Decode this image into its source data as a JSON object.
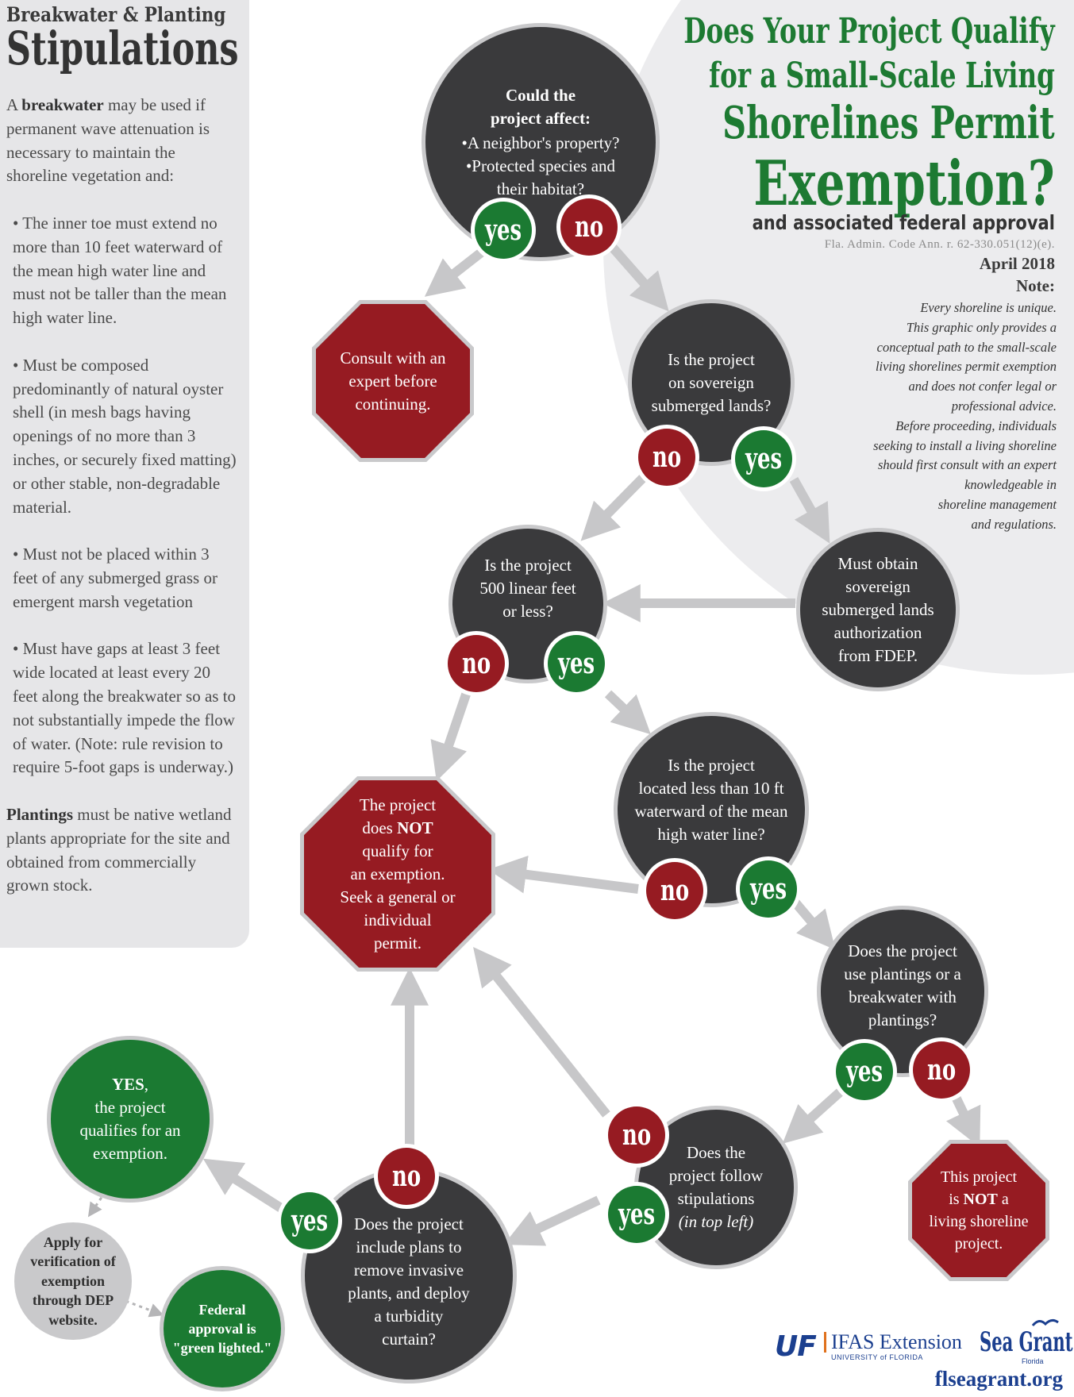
{
  "sidebar": {
    "kicker": "Breakwater & Planting",
    "title": "Stipulations",
    "intro_bold": "breakwater",
    "intro_pre": "A ",
    "intro_post": " may be used if permanent wave attenuation is necessary to maintain the shoreline vegetation and:",
    "rules": [
      "• The inner toe must extend no more than 10 feet waterward of the mean high water line and must not be taller than the mean high water line.",
      "• Must be composed predominantly of natural oyster shell (in mesh bags having openings of no more than 3 inches, or securely fixed matting) or other stable, non-degradable material.",
      "• Must not be placed within 3 feet of any submerged grass or emergent marsh vegetation",
      "• Must have gaps at least 3 feet wide located at least every 20 feet along the breakwater so as to not substantially impede the flow of water. (Note: rule revision to require 5-foot gaps is underway.)"
    ],
    "plantings_bold": "Plantings",
    "plantings_post": " must be native wetland plants appropriate for the site and obtained from commercially grown stock."
  },
  "header": {
    "title_lines": [
      "Does Your Project Qualify",
      "for a Small-Scale Living",
      "Shorelines Permit",
      "Exemption?"
    ],
    "subtitle": "and associated federal approval",
    "citation": "Fla. Admin. Code Ann. r. 62-330.051(12)(e).",
    "date": "April 2018",
    "note_title": "Note:",
    "note_lines": [
      "Every shoreline is unique.",
      "This graphic only provides a",
      "conceptual path to the small-scale",
      "living shorelines permit exemption",
      "and does not confer legal or",
      "professional advice.",
      "Before proceeding, individuals",
      "seeking to install a living shoreline",
      "should first consult with an expert",
      "knowledgeable in",
      "shoreline management",
      "and regulations."
    ]
  },
  "flow": {
    "q1_heading": "Could the\nproject affect:",
    "q1_items": "•A neighbor's property?\n•Protected species and\ntheir habitat?",
    "consult": "Consult with an\nexpert before\ncontinuing.",
    "q2": "Is the project\non sovereign\nsubmerged lands?",
    "fdep": "Must obtain\nsovereign\nsubmerged lands\nauthorization\nfrom FDEP.",
    "q3": "Is the project\n500 linear feet\nor less?",
    "q4": "Is the project\nlocated less than 10 ft\nwaterward of the mean\nhigh water line?",
    "not_qualify_pre": "The project\ndoes ",
    "not_qualify_bold": "NOT",
    "not_qualify_post": "\nqualify for\nan exemption.\nSeek a general or\nindividual\npermit.",
    "q5": "Does the project\nuse plantings or a\nbreakwater with\nplantings?",
    "not_living_pre": "This project\nis ",
    "not_living_bold": "NOT",
    "not_living_post": " a\nliving shoreline\nproject.",
    "q6_pre": "Does the\nproject follow\nstipulations\n",
    "q6_italic": "(in top left)",
    "q7": "Does the project\ninclude plans to\nremove invasive\nplants, and deploy\na turbidity\ncurtain?",
    "yes_bold": "YES",
    "yes_rest": ",\nthe project\nqualifies for an\nexemption.",
    "apply": "Apply for\nverification of\nexemption\nthrough DEP\nwebsite.",
    "federal": "Federal\napproval is\n\"green lighted.\""
  },
  "badges": {
    "yes": "yes",
    "no": "no"
  },
  "logos": {
    "uf": "UF",
    "ifas": "IFAS Extension",
    "ifas_sub": "UNIVERSITY of FLORIDA",
    "seagrant": "Sea Grant",
    "seagrant_sub": "Florida",
    "website": "flseagrant.org"
  },
  "colors": {
    "green": "#1b7a32",
    "red": "#961b22",
    "dark": "#3a3a3c",
    "arrow": "#c7c7c9",
    "panel": "#e6e6e8",
    "brand_blue": "#1b3f8f"
  }
}
